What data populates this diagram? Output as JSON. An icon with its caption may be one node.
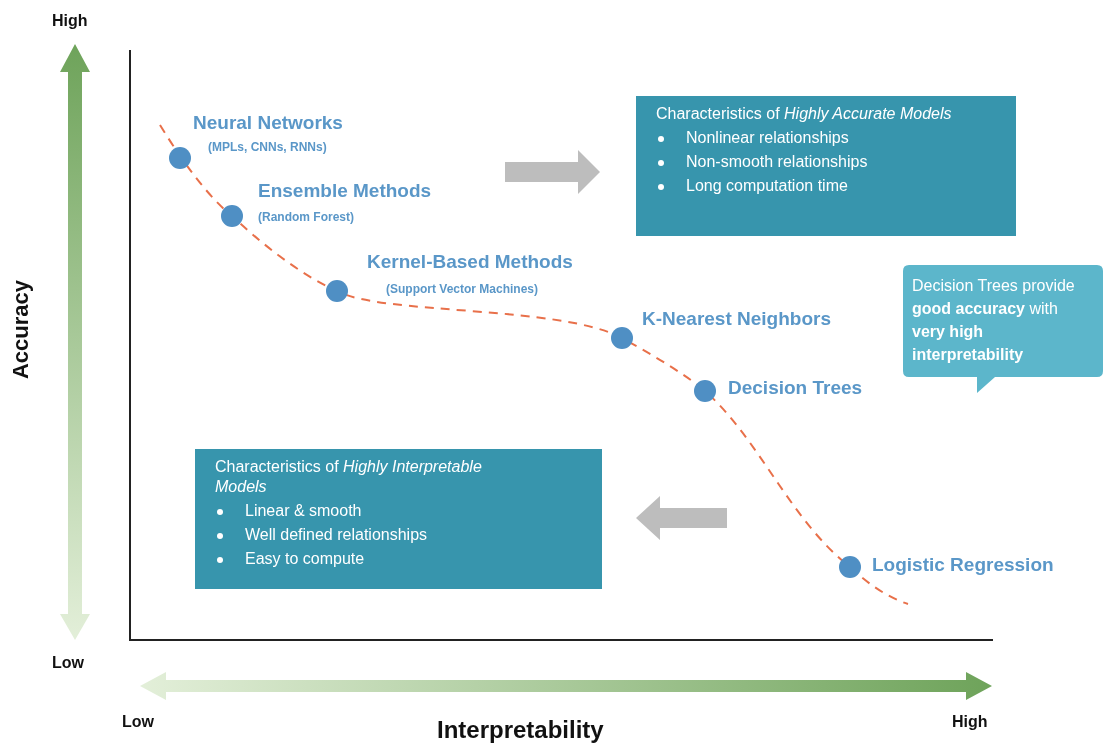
{
  "diagram": {
    "nodes": [
      {
        "text": [],
        "shape": "circle",
        "beside": [
          "Neural Networks",
          "(MPLs, CNNs, RNNs)"
        ]
      },
      {
        "text": [],
        "shape": "circle",
        "beside": [
          "Ensemble Methods",
          "(Random Forest)"
        ]
      },
      {
        "text": [],
        "shape": "circle",
        "beside": [
          "Kernel-Based Methods",
          "(Support Vector Machines)"
        ]
      },
      {
        "text": [],
        "shape": "circle",
        "beside": [
          "K-Nearest Neighbors"
        ]
      },
      {
        "text": [],
        "shape": "circle",
        "beside": [
          "Decision Trees"
        ]
      },
      {
        "text": [],
        "shape": "circle",
        "beside": [
          "Logistic Regression"
        ]
      },
      {
        "text": [
          "Characteristics of *Highly Accurate Models*",
          "Nonlinear relationships",
          "Non-smooth relationships",
          "Long computation time"
        ]
      },
      {
        "text": [
          "Decision Trees provide **good accuracy** with **very high interpretability**"
        ]
      },
      {
        "text": [
          "Characteristics of *Highly Interpretable Models*",
          "Linear & smooth",
          "Well defined relationships",
          "Easy to compute"
        ]
      }
    ],
    "edges": [],
    "labels": [
      "High",
      "Accuracy",
      "Low",
      "Low",
      "High",
      "Interpretability"
    ]
  }
}
